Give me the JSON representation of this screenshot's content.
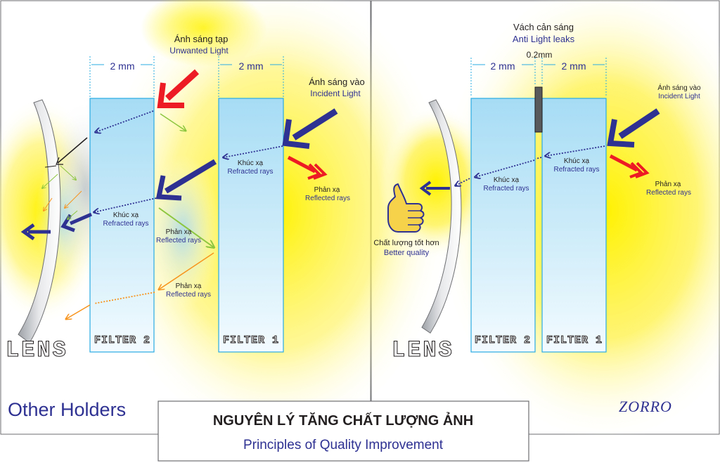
{
  "left": {
    "unwanted_vi": "Ánh sáng tạp",
    "unwanted_en": "Unwanted Light",
    "incident_vi": "Ánh sáng vào",
    "incident_en": "Incident Light",
    "filter2_width": "2 mm",
    "filter1_width": "2 mm",
    "filter2_label": "FILTER 2",
    "filter1_label": "FILTER 1",
    "lens_label": "LENS",
    "refracted1_vi": "Khúc xạ",
    "refracted1_en": "Refracted rays",
    "reflected1_vi": "Phản xạ",
    "reflected1_en": "Reflected rays",
    "refracted2_vi": "Khúc xạ",
    "refracted2_en": "Refracted rays",
    "reflected2_vi": "Phản xạ",
    "reflected2_en": "Reflected rays",
    "reflected3_vi": "Phản xạ",
    "reflected3_en": "Reflected rays",
    "panel_title": "Other Holders"
  },
  "right": {
    "leak_vi": "Vách cản sáng",
    "leak_en": "Anti Light leaks",
    "gap": "0.2mm",
    "filter2_width": "2 mm",
    "filter1_width": "2 mm",
    "incident_vi": "Ánh sáng vào",
    "incident_en": "Incident Light",
    "refracted1_vi": "Khúc xạ",
    "refracted1_en": "Refracted rays",
    "refracted2_vi": "Khúc xạ",
    "refracted2_en": "Refracted rays",
    "reflected_vi": "Phản xạ",
    "reflected_en": "Reflected rays",
    "quality_vi": "Chất lượng tốt hơn",
    "quality_en": "Better quality",
    "filter2_label": "FILTER 2",
    "filter1_label": "FILTER 1",
    "lens_label": "LENS",
    "brand": "ZORRO"
  },
  "footer": {
    "title_vi": "NGUYÊN LÝ TĂNG CHẤT LƯỢNG ẢNH",
    "title_en": "Principles of Quality Improvement"
  },
  "colors": {
    "incident": "#2e3192",
    "unwanted": "#ed1c24",
    "reflected_green": "#8dc63f",
    "reflected_orange": "#f7941d",
    "filter_border": "#29abe2",
    "label_blue": "#2e3192",
    "glow": "#fff200"
  }
}
